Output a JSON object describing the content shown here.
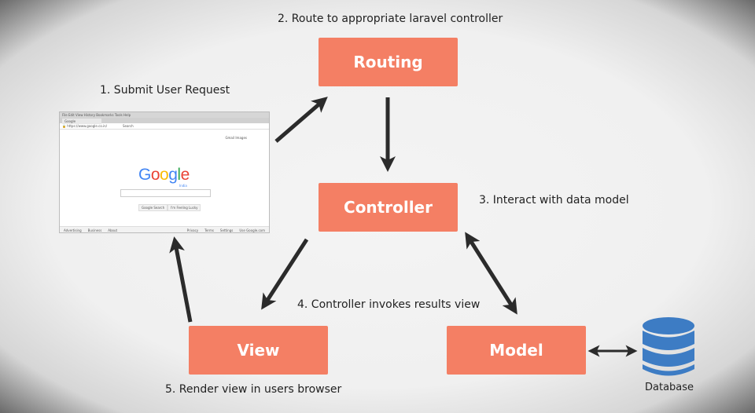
{
  "labels": {
    "step1": "1. Submit User Request",
    "step2": "2. Route to appropriate laravel controller",
    "step3": "3. Interact with data model",
    "step4": "4. Controller invokes results view",
    "step5": "5. Render view in users browser"
  },
  "boxes": {
    "routing": "Routing",
    "controller": "Controller",
    "view": "View",
    "model": "Model"
  },
  "database": {
    "label": "Database",
    "color": "#3d7cc4"
  },
  "colors": {
    "box": "#f47f64",
    "arrow": "#2b2b2b"
  },
  "browser": {
    "menu": "File  Edit  View  History  Bookmarks  Tools  Help",
    "tab": "Google",
    "search_placeholder": "Search",
    "top_links": "Gmail  Images",
    "logo_sub": "India",
    "search_button": "Google Search",
    "lucky_button": "I'm Feeling Lucky",
    "footer_left": [
      "Advertising",
      "Business",
      "About"
    ],
    "footer_right": [
      "Privacy",
      "Terms",
      "Settings",
      "Use Google.com"
    ]
  }
}
